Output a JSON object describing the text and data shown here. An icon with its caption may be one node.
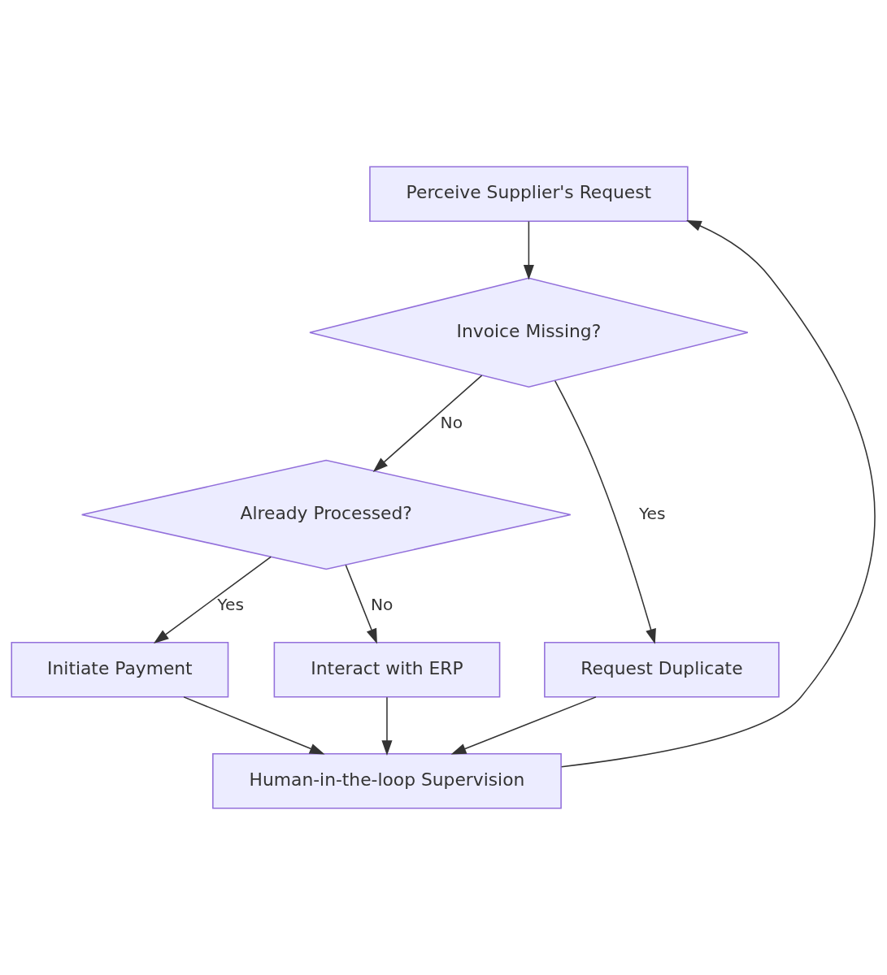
{
  "diagram": {
    "nodes": [
      {
        "text": [
          "Perceive Supplier's Request"
        ]
      },
      {
        "text": [
          "Invoice Missing?"
        ]
      },
      {
        "text": [
          "Already Processed?"
        ]
      },
      {
        "text": [
          "Request Duplicate"
        ]
      },
      {
        "text": [
          "Initiate Payment"
        ]
      },
      {
        "text": [
          "Interact with ERP"
        ]
      },
      {
        "text": [
          "Human-in-the-loop Supervision"
        ]
      }
    ],
    "edges": [
      {
        "from": 0,
        "to": 1,
        "arrow": "to"
      },
      {
        "from": 1,
        "to": 3,
        "arrow": "to",
        "label": "Yes"
      },
      {
        "from": 1,
        "to": 2,
        "arrow": "to",
        "label": "No"
      },
      {
        "from": 2,
        "to": 4,
        "arrow": "to",
        "label": "Yes"
      },
      {
        "from": 2,
        "to": 5,
        "arrow": "to",
        "label": "No"
      },
      {
        "from": 3,
        "to": 6,
        "arrow": "to"
      },
      {
        "from": 4,
        "to": 6,
        "arrow": "to"
      },
      {
        "from": 5,
        "to": 6,
        "arrow": "to"
      },
      {
        "from": 6,
        "to": 0,
        "arrow": "to"
      }
    ]
  }
}
